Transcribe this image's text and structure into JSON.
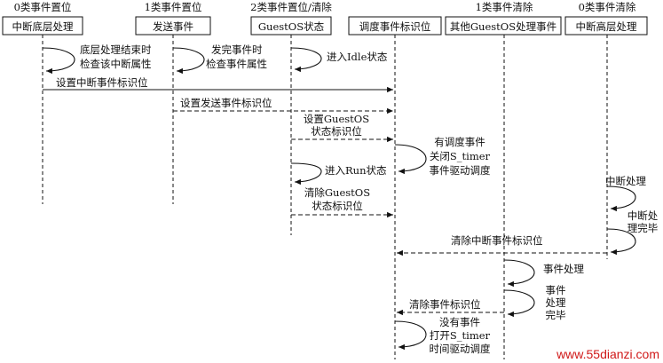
{
  "columns": [
    {
      "category": "0类事件置位",
      "box": "中断底层处理"
    },
    {
      "category": "1类事件置位",
      "box": "发送事件"
    },
    {
      "category": "2类事件置位/清除",
      "box": "GuestOS状态"
    },
    {
      "category": "",
      "box": "调度事件标识位"
    },
    {
      "category": "1类事件清除",
      "box": "其他GuestOS处理事件"
    },
    {
      "category": "0类事件清除",
      "box": "中断高层处理"
    }
  ],
  "labels": {
    "self_interrupt_low": [
      "底层处理结束时",
      "检查该中断属性"
    ],
    "self_send": [
      "发完事件时",
      "检查事件属性"
    ],
    "self_idle": [
      "进入Idle状态"
    ],
    "msg_set_interrupt_flag": [
      "设置中断事件标识位"
    ],
    "msg_set_send_flag": [
      "设置发送事件标识位"
    ],
    "msg_set_guestos_flag": [
      "设置GuestOS",
      "状态标识位"
    ],
    "self_schedule_timer_off": [
      "有调度事件",
      "关闭S_timer",
      "事件驱动调度"
    ],
    "self_run": [
      "进入Run状态"
    ],
    "msg_clear_guestos_flag": [
      "清除GuestOS",
      "状态标识位"
    ],
    "self_interrupt_handle": [
      "中断处理"
    ],
    "self_interrupt_done": [
      "中断处",
      "理完毕"
    ],
    "msg_clear_interrupt_flag": [
      "清除中断事件标识位"
    ],
    "self_event_handle": [
      "事件处理"
    ],
    "self_event_done": [
      "事件",
      "处理",
      "完毕"
    ],
    "msg_clear_event_flag": [
      "清除事件标识位"
    ],
    "self_no_event_timer_on": [
      "没有事件",
      "打开S_timer",
      "时间驱动调度"
    ]
  },
  "watermark": "www.55dianzi.com"
}
